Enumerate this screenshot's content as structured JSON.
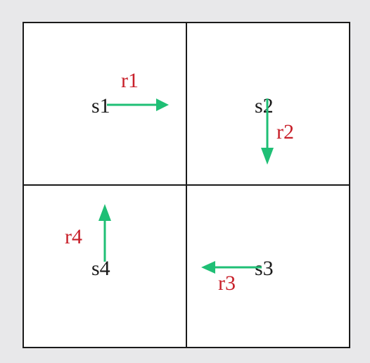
{
  "diagram": {
    "cells": [
      {
        "state": "s1",
        "reward": "r1",
        "action_direction": "right"
      },
      {
        "state": "s2",
        "reward": "r2",
        "action_direction": "down"
      },
      {
        "state": "s3",
        "reward": "r3",
        "action_direction": "left"
      },
      {
        "state": "s4",
        "reward": "r4",
        "action_direction": "up"
      }
    ],
    "colors": {
      "background": "#e8e8ea",
      "grid_fill": "#ffffff",
      "grid_line": "#1a1a1a",
      "arrow": "#1fbf75",
      "state_text": "#1a1a1a",
      "reward_text": "#c8202a"
    }
  }
}
